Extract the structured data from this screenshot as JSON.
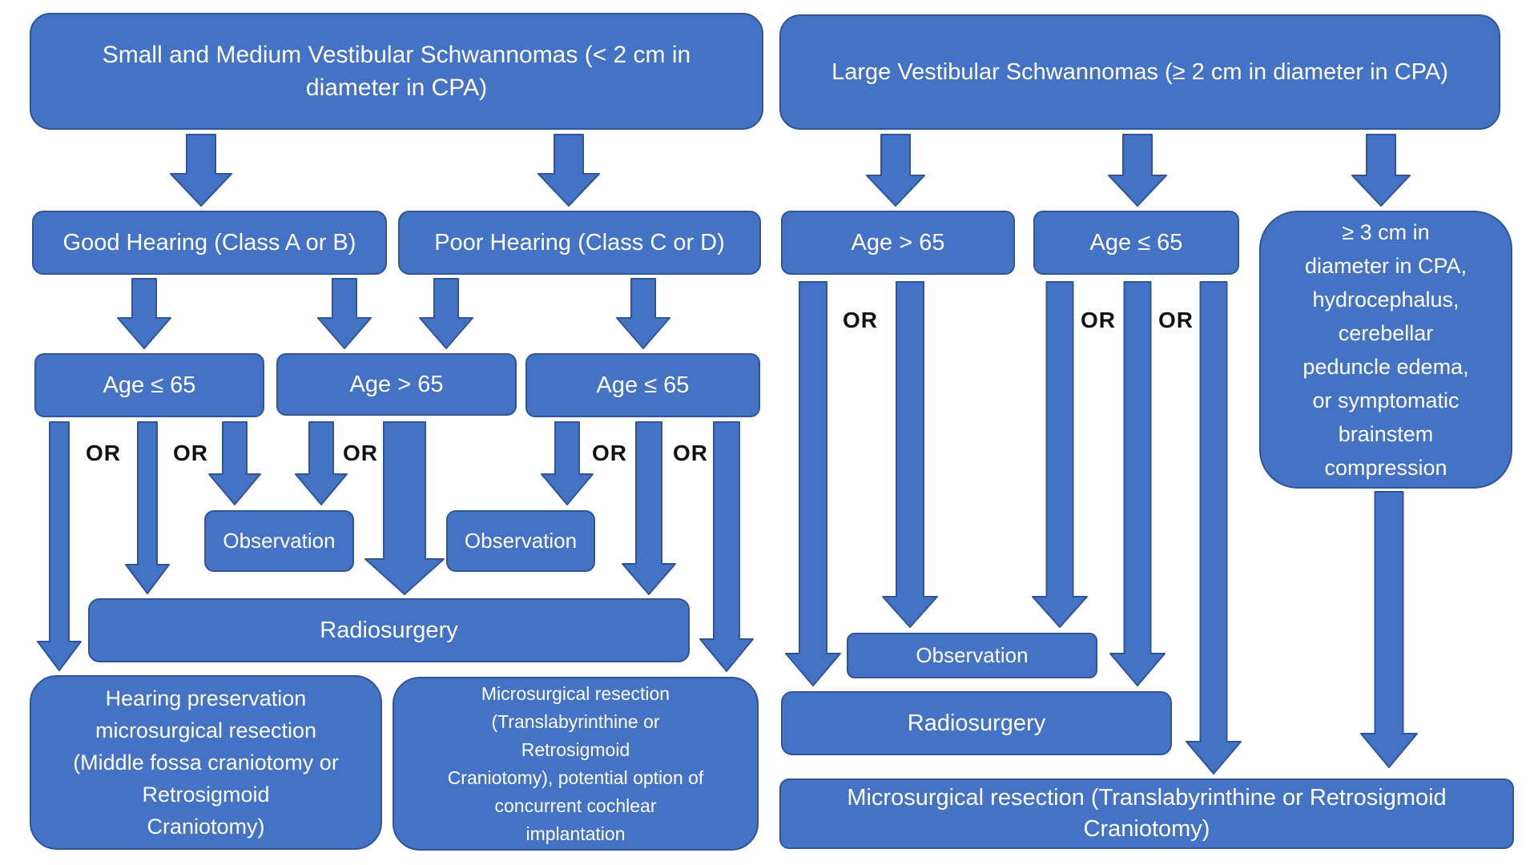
{
  "colors": {
    "node_fill": "#4472C4",
    "node_border": "#2F5597",
    "node_text": "#FFFFFF",
    "or_text": "#111111",
    "background": "#FFFFFF"
  },
  "diagram": {
    "or_connector_label": "OR",
    "left": {
      "root": "Small  and Medium Vestibular Schwannomas (< 2 cm in\ndiameter in CPA)",
      "good_hearing": "Good Hearing (Class A or B)",
      "poor_hearing": "Poor Hearing (Class C or D)",
      "age_le_65_good": "Age ≤ 65",
      "age_gt_65": "Age > 65",
      "age_le_65_poor": "Age ≤ 65",
      "observation_good_hearing": "Observation",
      "observation_poor_hearing": "Observation",
      "radiosurgery": "Radiosurgery",
      "hearing_preservation_resection": "Hearing preservation\nmicrosurgical resection\n(Middle fossa craniotomy or\nRetrosigmoid\nCraniotomy)",
      "cochlear_option_resection": "Microsurgical resection\n(Translabyrinthine or\nRetrosigmoid\nCraniotomy), potential option of\nconcurrent cochlear\nimplantation"
    },
    "right": {
      "root": "Large Vestibular Schwannomas (≥ 2 cm in diameter in CPA)",
      "age_gt_65": "Age > 65",
      "age_le_65": "Age ≤ 65",
      "severe_criteria": "≥ 3 cm in\ndiameter in CPA,\nhydrocephalus,\ncerebellar\npeduncle edema,\nor symptomatic\nbrainstem\ncompression",
      "observation": "Observation",
      "radiosurgery": "Radiosurgery",
      "microsurgical_resection": "Microsurgical resection (Translabyrinthine or Retrosigmoid\nCraniotomy)"
    }
  }
}
